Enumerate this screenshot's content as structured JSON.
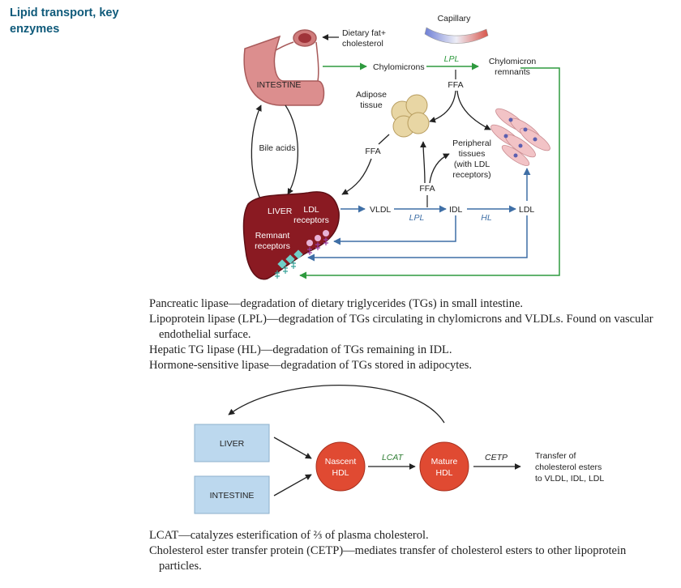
{
  "side_title": "Lipid transport, key enzymes",
  "colors": {
    "green": "#2e9a3e",
    "blue": "#3f6fa6",
    "liver": "#8a1a22",
    "intestine": "#dc8e8e",
    "adipose": "#e8d6a4",
    "hdl_node": "#e04a32",
    "box_fill": "#bcd8ee"
  },
  "top_diagram": {
    "intestine": "INTESTINE",
    "dietary_fat_line1": "Dietary fat+",
    "dietary_fat_line2": "cholesterol",
    "capillary": "Capillary",
    "chylomicrons": "Chylomicrons",
    "lpl_top": "LPL",
    "chylomicron_remnants_line1": "Chylomicron",
    "chylomicron_remnants_line2": "remnants",
    "ffa_top": "FFA",
    "adipose_line1": "Adipose",
    "adipose_line2": "tissue",
    "bile_acids": "Bile acids",
    "ffa_left": "FFA",
    "peripheral_line1": "Peripheral",
    "peripheral_line2": "tissues",
    "peripheral_line3": "(with LDL",
    "peripheral_line4": "receptors)",
    "ffa_mid": "FFA",
    "liver": "LIVER",
    "ldl_receptors_line1": "LDL",
    "ldl_receptors_line2": "receptors",
    "remnant_line1": "Remnant",
    "remnant_line2": "receptors",
    "vldl": "VLDL",
    "lpl_bottom": "LPL",
    "idl": "IDL",
    "hl": "HL",
    "ldl": "LDL"
  },
  "enzyme_notes": [
    "Pancreatic lipase—degradation of dietary triglycerides (TGs) in small intestine.",
    "Lipoprotein lipase (LPL)—degradation of TGs circulating in chylomicrons and VLDLs. Found on vascular endothelial surface.",
    "Hepatic TG lipase (HL)—degradation of TGs remaining in IDL.",
    "Hormone-sensitive lipase—degradation of TGs stored in adipocytes."
  ],
  "bottom_diagram": {
    "liver_box": "LIVER",
    "intestine_box": "INTESTINE",
    "nascent_line1": "Nascent",
    "nascent_line2": "HDL",
    "lcat": "LCAT",
    "mature_line1": "Mature",
    "mature_line2": "HDL",
    "cetp": "CETP",
    "transfer_line1": "Transfer of",
    "transfer_line2": "cholesterol esters",
    "transfer_line3": "to VLDL, IDL, LDL"
  },
  "hdl_notes": [
    "LCAT—catalyzes esterification of ⅔ of plasma cholesterol.",
    "Cholesterol ester transfer protein (CETP)—mediates transfer of cholesterol esters to other lipoprotein particles."
  ]
}
